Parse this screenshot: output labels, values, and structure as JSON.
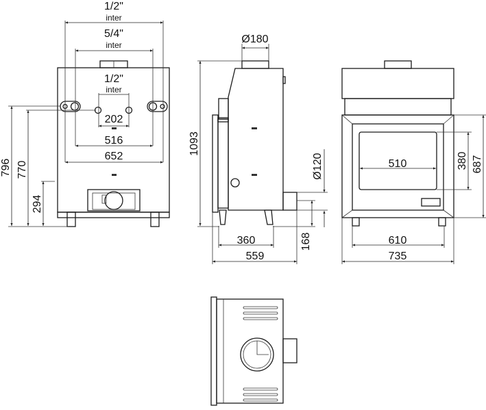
{
  "front_back_view": {
    "top_connection_width": "1/2\"",
    "top_connection_width_note": "inter",
    "mid_connection_width": "5/4\"",
    "mid_connection_width_note": "inter",
    "inner_connection_width": "1/2\"",
    "inner_connection_width_note": "inter",
    "inner_spacing": "202",
    "mid_spacing": "516",
    "outer_spacing": "652",
    "height_outer_connection": "796",
    "height_mid_connection": "770",
    "height_lower": "294"
  },
  "side_view": {
    "flue_diameter": "Ø180",
    "total_height": "1093",
    "air_inlet_diameter": "Ø120",
    "depth_body": "360",
    "depth_total": "559",
    "inlet_height": "168"
  },
  "front_view": {
    "glass_width": "510",
    "glass_height": "380",
    "door_height": "687",
    "feet_spacing": "610",
    "total_width": "735"
  }
}
